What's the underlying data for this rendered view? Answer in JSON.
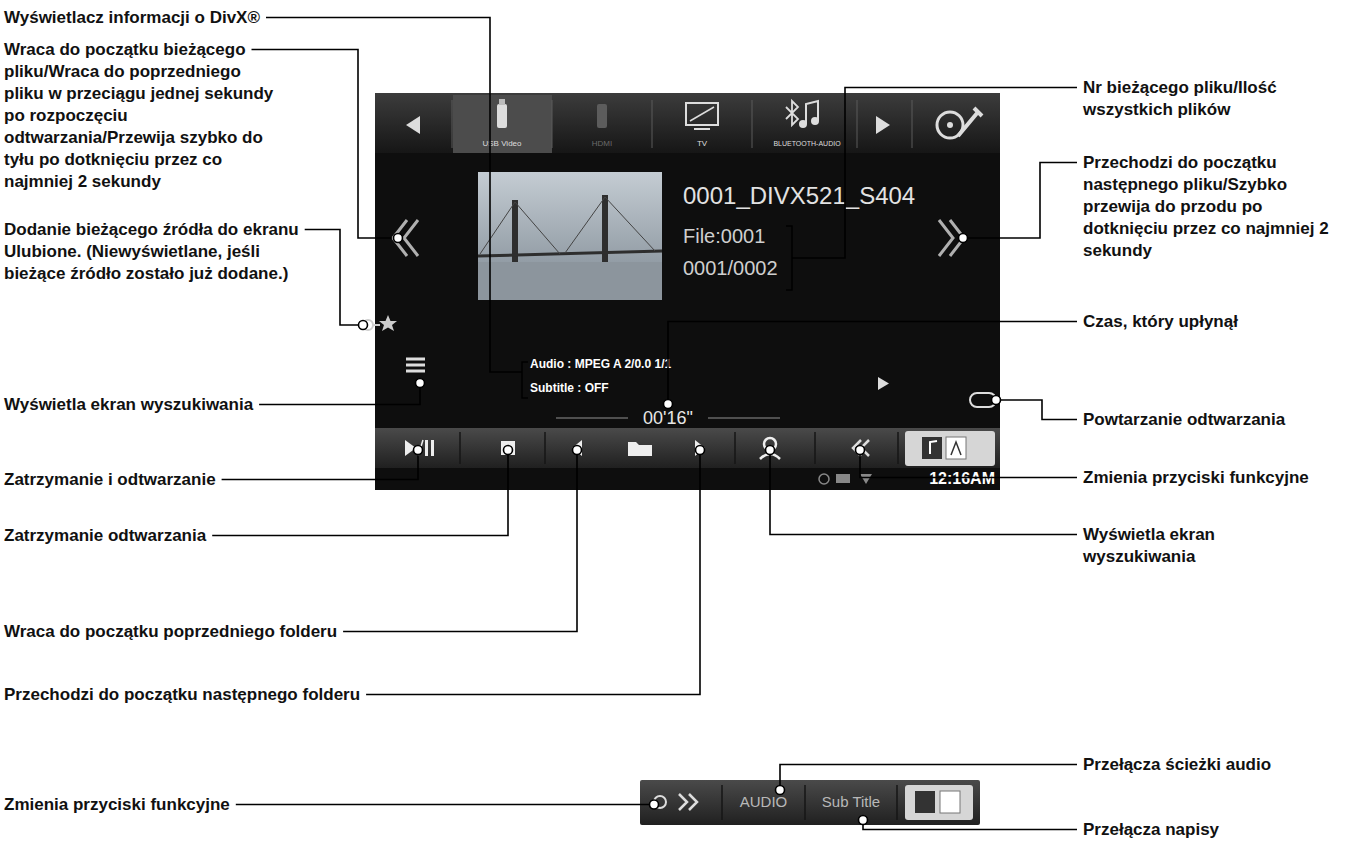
{
  "diagram": {
    "nodes": [
      {
        "text": [
          "USB Video",
          "HDMI",
          "TV",
          "BLUETOOTH-AUDIO",
          "0001_DIVX521_S404",
          "File:0001",
          "0001/0002",
          "Audio : MPEG A 2/0.0 1/1",
          "Subtitle : OFF",
          "00'16\"",
          "12:16AM"
        ]
      },
      {
        "text": [
          "AUDIO",
          "Sub Title"
        ]
      }
    ],
    "labels": [
      "Wyświetlacz informacji o DivX®",
      "Wraca do początku bieżącego pliku/Wraca do poprzedniego pliku w przeciągu jednej sekundy po rozpoczęciu odtwarzania/Przewija szybko do tyłu po dotknięciu przez co najmniej 2 sekundy",
      "Dodanie bieżącego źródła do ekranu Ulubione. (Niewyświetlane, jeśli bieżące źródło zostało już dodane.)",
      "Wyświetla ekran wyszukiwania",
      "Zatrzymanie i odtwarzanie",
      "Zatrzymanie odtwarzania",
      "Wraca do początku poprzedniego folderu",
      "Przechodzi do początku następnego folderu",
      "Zmienia przyciski funkcyjne",
      "Nr bieżącego pliku/Ilość wszystkich plików",
      "Przechodzi do początku następnego pliku/Szybko przewija do przodu po dotknięciu przez co najmniej 2 sekundy",
      "Czas, który upłynął",
      "Powtarzanie odtwarzania",
      "Zmienia przyciski funkcyjne",
      "Wyświetla ekran wyszukiwania",
      "Przełącza ścieżki audio",
      "Przełącza napisy"
    ]
  }
}
